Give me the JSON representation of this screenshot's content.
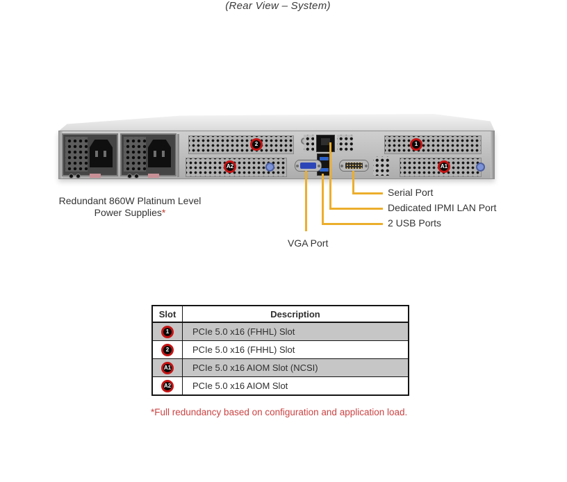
{
  "title": "(Rear View – System)",
  "server": {
    "badges": {
      "slot1": "1",
      "slot2": "2",
      "aiom1": "A1",
      "aiom2": "A2"
    }
  },
  "labels": {
    "psu_line1": "Redundant 860W Platinum Level",
    "psu_line2": "Power Supplies",
    "psu_footnote_mark": "*",
    "serial": "Serial Port",
    "ipmi": "Dedicated IPMI LAN Port",
    "usb": "2 USB Ports",
    "vga": "VGA Port"
  },
  "table": {
    "headers": [
      "Slot",
      "Description"
    ],
    "rows": [
      {
        "slot": "1",
        "description": "PCIe 5.0 x16 (FHHL) Slot"
      },
      {
        "slot": "2",
        "description": "PCIe 5.0 x16 (FHHL) Slot"
      },
      {
        "slot": "A1",
        "description": "PCIe 5.0 x16 AIOM Slot (NCSI)"
      },
      {
        "slot": "A2",
        "description": "PCIe 5.0 x16 AIOM Slot"
      }
    ]
  },
  "footnote": "*Full redundancy based on configuration and application load.",
  "colors": {
    "callout_line": "#ECAE2C",
    "footnote_text": "#CB4343",
    "badge_ring": "#C41414",
    "table_shaded_row": "#C6C6C6"
  }
}
